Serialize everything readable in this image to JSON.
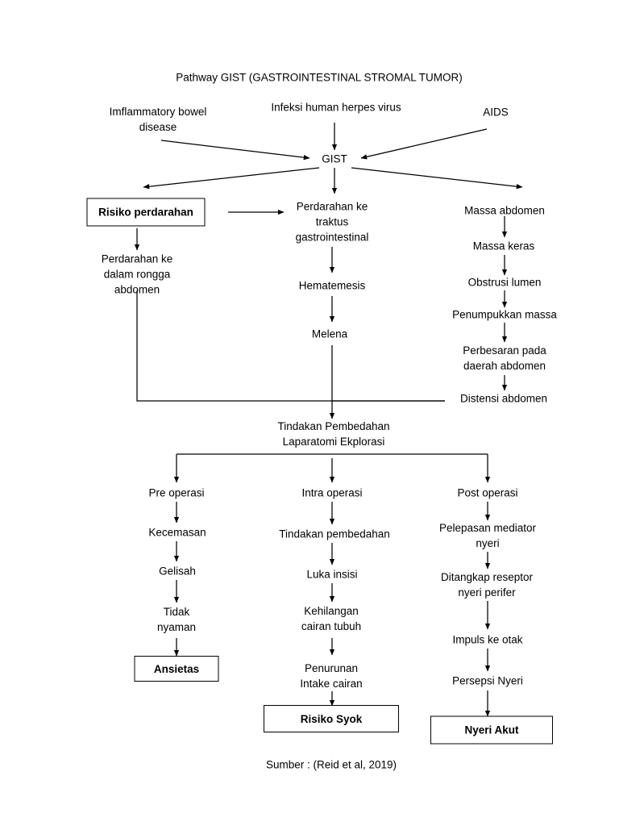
{
  "title": "Pathway GIST (GASTROINTESTINAL STROMAL TUMOR)",
  "source": "Sumber : (Reid et al, 2019)",
  "causes": {
    "left": "Imflammatory bowel\ndisease",
    "center": "Infeksi human herpes virus",
    "right": "AIDS"
  },
  "root": "GIST",
  "left_branch": {
    "risk_box": "Risiko perdarahan",
    "step1": "Perdarahan ke\ndalam rongga\nabdomen"
  },
  "center_branch": {
    "step1": "Perdarahan ke\ntraktus\ngastrointestinal",
    "step2": "Hematemesis",
    "step3": "Melena"
  },
  "right_branch": {
    "step1": "Massa abdomen",
    "step2": "Massa keras",
    "step3": "Obstrusi lumen",
    "step4": "Penumpukkan massa",
    "step5": "Perbesaran pada\ndaerah abdomen",
    "step6": "Distensi abdomen"
  },
  "surgery": "Tindakan Pembedahan\nLaparatomi Ekplorasi",
  "phases": {
    "pre": {
      "label": "Pre operasi",
      "steps": [
        "Kecemasan",
        "Gelisah",
        "Tidak\nnyaman"
      ],
      "outcome": "Ansietas"
    },
    "intra": {
      "label": "Intra operasi",
      "steps": [
        "Tindakan pembedahan",
        "Luka insisi",
        "Kehilangan\ncairan tubuh",
        "Penurunan\nIntake cairan"
      ],
      "outcome": "Risiko Syok"
    },
    "post": {
      "label": "Post operasi",
      "steps": [
        "Pelepasan mediator\nnyeri",
        "Ditangkap reseptor\nnyeri perifer",
        "Impuls ke otak",
        "Persepsi Nyeri"
      ],
      "outcome": "Nyeri Akut"
    }
  },
  "colors": {
    "line": "#000000",
    "text": "#000000",
    "background": "#ffffff"
  }
}
